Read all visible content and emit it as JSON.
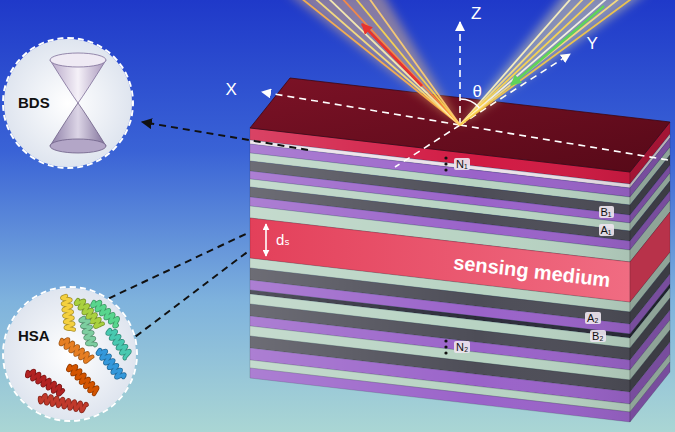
{
  "diagram": {
    "nodes": [
      {
        "text": [
          "BDS"
        ]
      },
      {
        "text": [
          "HSA"
        ]
      },
      {
        "text": [
          "sensing medium"
        ]
      }
    ],
    "edges": [
      {
        "from": 1,
        "to": 2,
        "arrow": "none"
      }
    ],
    "labels": [
      "X",
      "Z",
      "Y",
      "θ",
      "B₁",
      "A₁",
      "N₁",
      "dₛ",
      "A₂",
      "B₂",
      "N₂"
    ]
  }
}
